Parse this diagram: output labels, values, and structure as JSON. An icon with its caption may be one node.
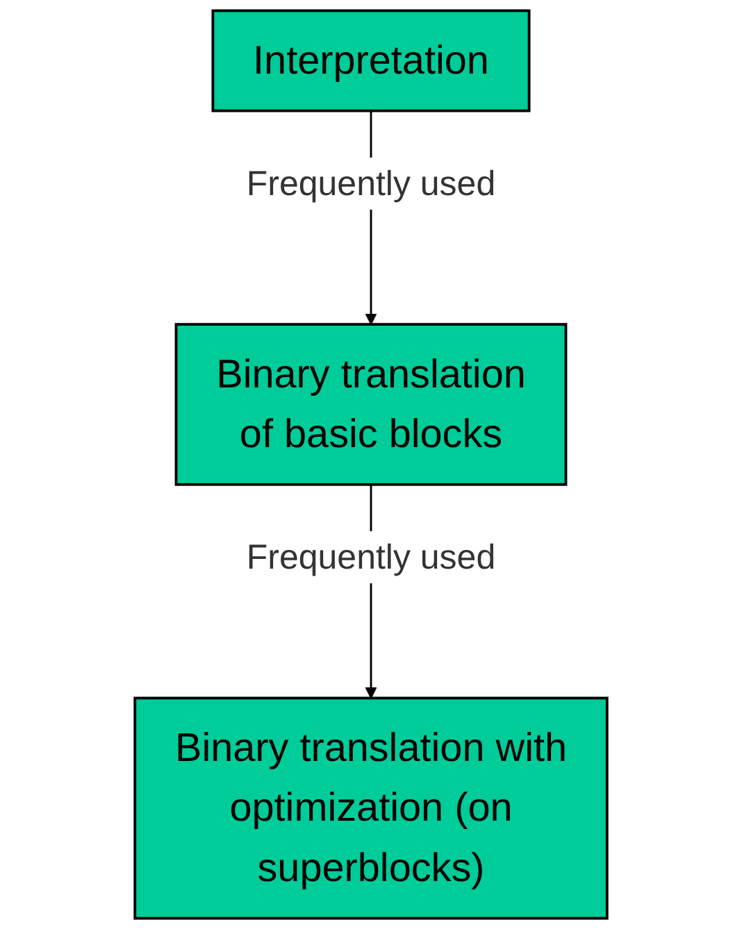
{
  "diagram": {
    "nodes": [
      {
        "text": [
          "Interpretation"
        ]
      },
      {
        "text": [
          "Binary translation of basic blocks"
        ]
      },
      {
        "text": [
          "Binary translation with optimization (on superblocks)"
        ]
      }
    ],
    "edges": [
      {
        "from": 0,
        "to": 1,
        "arrow": "to",
        "label": "Frequently used"
      },
      {
        "from": 1,
        "to": 2,
        "arrow": "to",
        "label": "Frequently used"
      }
    ]
  }
}
